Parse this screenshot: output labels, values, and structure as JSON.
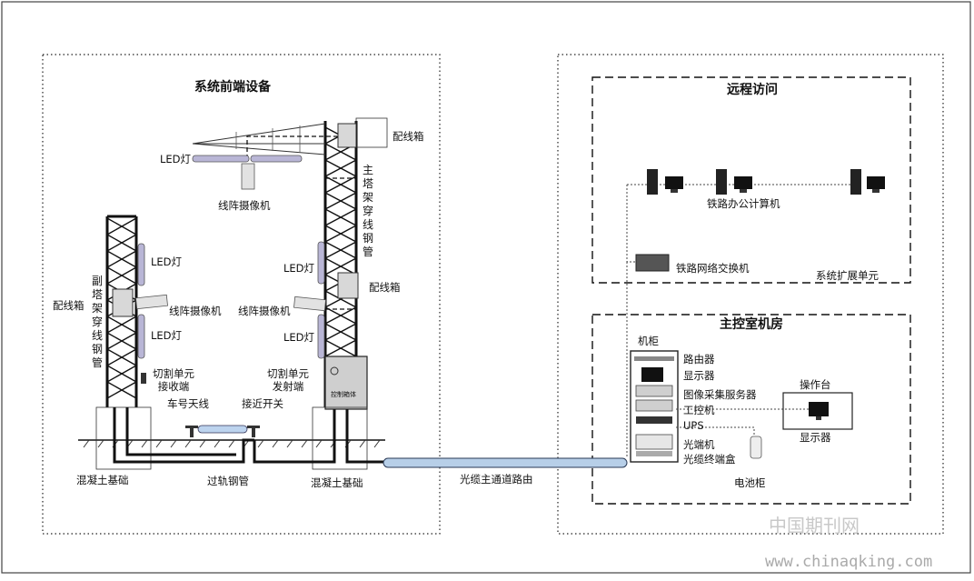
{
  "sections": {
    "front_end": "系统前端设备",
    "remote_access": "远程访问",
    "main_control_room": "主控室机房",
    "system_expansion": "系统扩展单元"
  },
  "front_end": {
    "main_tower_label": "主塔架穿线钢管",
    "sub_tower_label": "副塔架穿线钢管",
    "distribution_box_top": "配线箱",
    "distribution_box_main_mid": "配线箱",
    "distribution_box_sub": "配线箱",
    "led_top": "LED灯",
    "led_sub_upper": "LED灯",
    "led_sub_lower": "LED灯",
    "led_main_upper": "LED灯",
    "led_main_lower": "LED灯",
    "line_camera_top": "线阵摄像机",
    "line_camera_left": "线阵摄像机",
    "line_camera_right": "线阵摄像机",
    "cut_unit_receiver": "切割单元\n接收端",
    "cut_unit_transmitter": "切割单元\n发射端",
    "train_antenna": "车号天线",
    "proximity_switch": "接近开关",
    "concrete_left": "混凝土基础",
    "concrete_right": "混凝土基础",
    "track_pipe": "过轨钢管",
    "control_box_text": "控制箱体"
  },
  "cable_route": "光缆主通道路由",
  "remote": {
    "office_pc": "铁路办公计算机",
    "network_switch": "铁路网络交换机"
  },
  "control_room": {
    "cabinet": "机柜",
    "router": "路由器",
    "monitor": "显示器",
    "image_server": "图像采集服务器",
    "ipc": "工控机",
    "ups": "UPS",
    "optical_terminal": "光端机",
    "fiber_box": "光缆终端盒",
    "battery_cabinet": "电池柜",
    "console": "操作台",
    "console_monitor": "显示器"
  },
  "watermark": {
    "cn": "中国期刊网",
    "url": "www.chinaqking.com"
  }
}
